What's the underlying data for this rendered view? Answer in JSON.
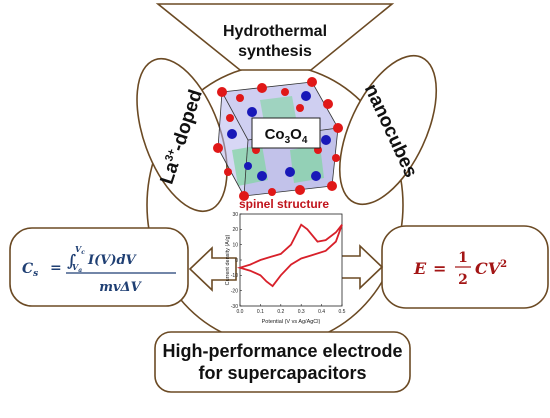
{
  "top_label": [
    "Hydrothermal",
    "synthesis"
  ],
  "left_label": {
    "prefix": "La",
    "sup": "3+",
    "suffix": "-doped"
  },
  "right_label": "nanocubes",
  "crystal_label": {
    "main": "Co",
    "sub1": "3",
    "mid": "O",
    "sub2": "4"
  },
  "structure_caption": "spinel structure",
  "bottom_label": [
    "High-performance electrode",
    "for supercapacitors"
  ],
  "equation_left": {
    "lhs": "C",
    "lhs_sub": "s",
    "integral_upper": "V",
    "integral_upper_sub": "c",
    "integral_lower": "V",
    "integral_lower_sub": "a",
    "integrand": "I(V)dV",
    "denominator": "mvΔV"
  },
  "equation_right": {
    "lhs": "E",
    "num": "1",
    "den": "2",
    "rest": "CV",
    "exp": "2"
  },
  "colors": {
    "outline": "#6b4a24",
    "arrow": "#6b4a24",
    "equation_left": "#1f3f73",
    "equation_right": "#a31515",
    "caption": "#c0141c",
    "curve": "#d8202a"
  },
  "chart_data": {
    "type": "line",
    "xlabel": "Potential (V vs Ag/AgCl)",
    "ylabel": "Current density (A/g)",
    "xlim": [
      0.0,
      0.5
    ],
    "ylim": [
      -30,
      30
    ],
    "xticks": [
      "0.0",
      "0.1",
      "0.2",
      "0.3",
      "0.4",
      "0.5"
    ],
    "yticks": [
      "30",
      "20",
      "10",
      "0",
      "-10",
      "-20",
      "-30"
    ],
    "series": [
      {
        "values": [
          [
            0.0,
            -5
          ],
          [
            0.05,
            -3
          ],
          [
            0.1,
            0
          ],
          [
            0.15,
            2
          ],
          [
            0.2,
            4
          ],
          [
            0.25,
            10
          ],
          [
            0.3,
            23
          ],
          [
            0.33,
            20
          ],
          [
            0.38,
            12
          ],
          [
            0.42,
            13
          ],
          [
            0.47,
            18
          ],
          [
            0.5,
            23
          ],
          [
            0.47,
            12
          ],
          [
            0.42,
            6
          ],
          [
            0.35,
            3
          ],
          [
            0.3,
            1
          ],
          [
            0.25,
            -3
          ],
          [
            0.2,
            -10
          ],
          [
            0.16,
            -17
          ],
          [
            0.13,
            -14
          ],
          [
            0.1,
            -10
          ],
          [
            0.05,
            -7
          ],
          [
            0.0,
            -5
          ]
        ]
      }
    ]
  }
}
